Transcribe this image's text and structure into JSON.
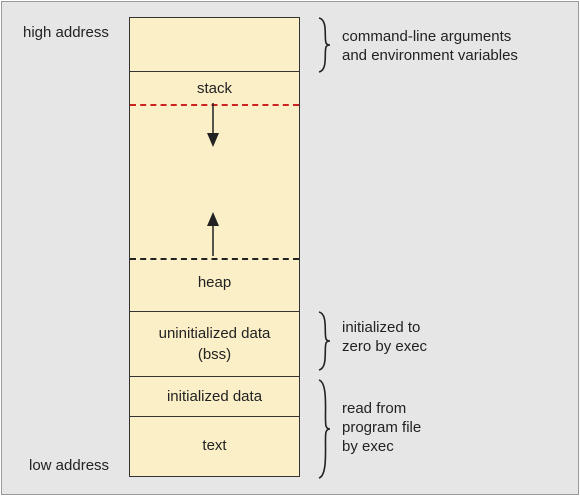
{
  "diagram": {
    "high_label": "high address",
    "low_label": "low address",
    "segments": {
      "stack": "stack",
      "heap": "heap",
      "bss_line1": "uninitialized data",
      "bss_line2": "(bss)",
      "data": "initialized data",
      "text": "text"
    },
    "notes": {
      "args_line1": "command-line arguments",
      "args_line2": "and environment variables",
      "bss_line1": "initialized to",
      "bss_line2": "zero by exec",
      "file_line1": "read from",
      "file_line2": "program file",
      "file_line3": "by exec"
    },
    "colors": {
      "segment_fill": "#fbefc8",
      "stack_boundary": "#cc2222",
      "heap_boundary": "#222222",
      "background": "#e6e6e6"
    },
    "arrows": [
      "down-arrow",
      "up-arrow"
    ],
    "braces": [
      "brace-args",
      "brace-bss",
      "brace-file"
    ]
  }
}
